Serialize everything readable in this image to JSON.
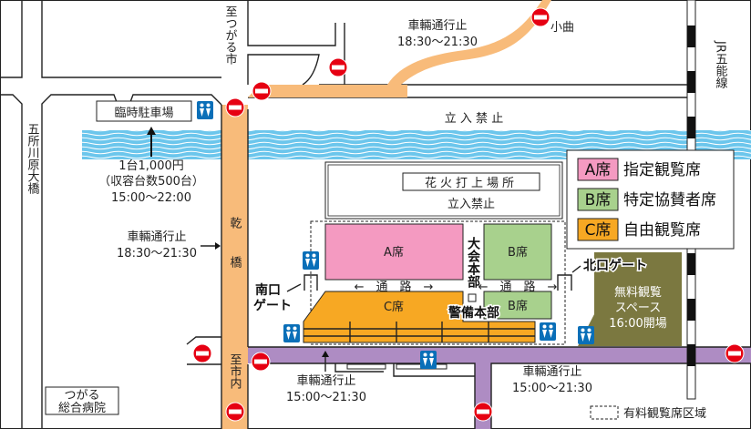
{
  "colors": {
    "road_orange": "#f8bb7a",
    "road_purple": "#ae8cc3",
    "a_seat": "#f49ac1",
    "b_seat": "#a8d18d",
    "c_seat": "#f7a823",
    "free_space": "#7b7840",
    "water": "#6cc6ec",
    "no_entry": "#e60012",
    "toilet": "#0a6fb8"
  },
  "icons": {
    "no_entry": "no-entry-sign-icon",
    "toilet": "restroom-icon",
    "gate": "gate-icon"
  },
  "labels": {
    "to_tsugaru": "至つがる市",
    "ogamari": "小曲",
    "jr_line": "JR五能線",
    "goshogawara_bridge": "五所川原大橋",
    "inui_bridge": "乾橋",
    "to_city": "至市内",
    "no_entry_area": "立 入 禁 止",
    "fireworks_site": "花火打上場所",
    "fireworks_no_entry": "立入禁止",
    "hq": "大会本部",
    "security_hq": "警備本部",
    "passage": "←　通　路　→",
    "south_gate": [
      "南口",
      "ゲート"
    ],
    "north_gate": "北口ゲート",
    "hospital": [
      "つがる",
      "総合病院"
    ]
  },
  "parking": {
    "title": "臨時駐車場",
    "price": "1台1,000円",
    "capacity": "（収容台数500台）",
    "hours": "15:00〜22:00"
  },
  "closures": [
    {
      "label": "車輛通行止",
      "time": "18:30〜21:30"
    },
    {
      "label": "車輛通行止",
      "time": "18:30〜21:30"
    },
    {
      "label": "車輛通行止",
      "time": "15:00〜21:30"
    },
    {
      "label": "車輛通行止",
      "time": "15:00〜21:30"
    }
  ],
  "seats": {
    "a": "A席",
    "b": "B席",
    "c": "C席"
  },
  "free_space": {
    "line1": "無料観覧",
    "line2": "スペース",
    "line3": "16:00開場"
  },
  "legend": [
    {
      "key": "A席",
      "label": "指定観覧席"
    },
    {
      "key": "B席",
      "label": "特定協賛者席"
    },
    {
      "key": "C席",
      "label": "自由観覧席"
    }
  ],
  "paid_area_legend": "有料観覧席区域"
}
